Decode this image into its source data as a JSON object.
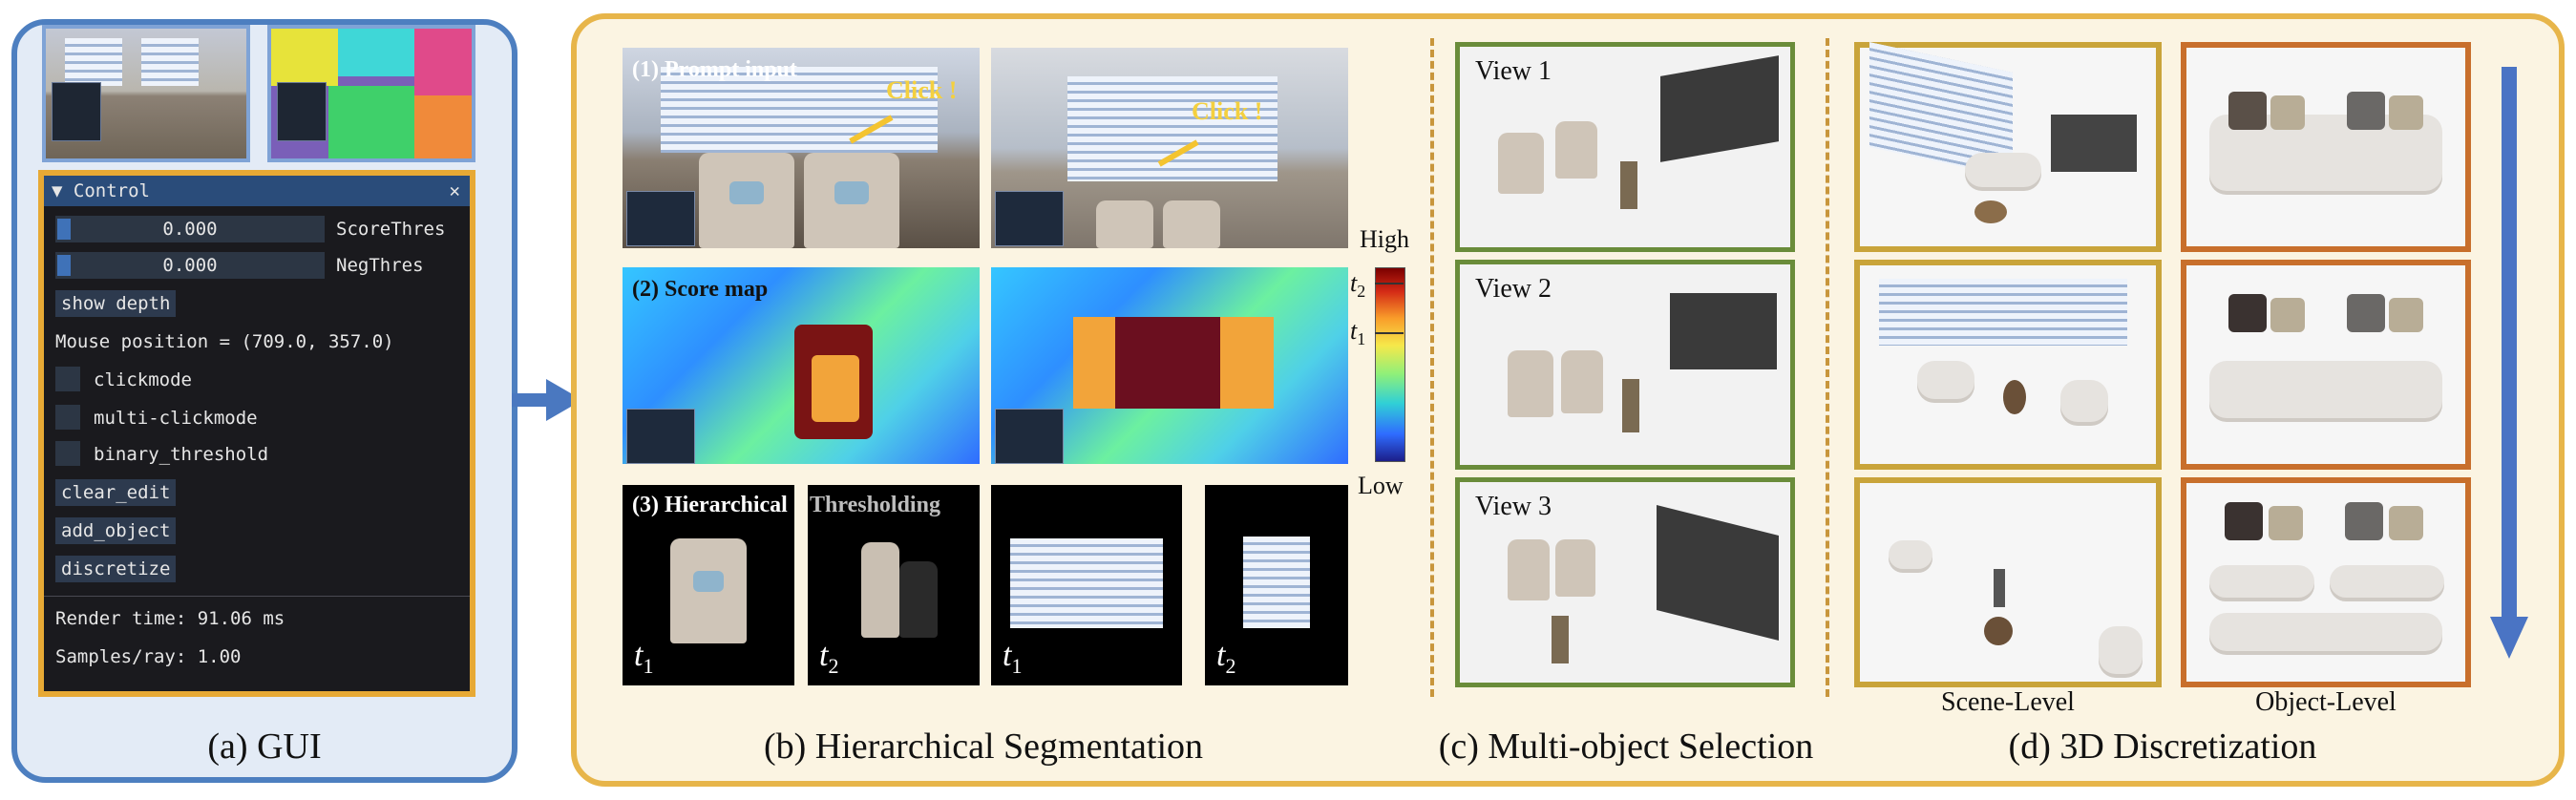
{
  "captions": {
    "gui": "(a) GUI",
    "segmentation": "(b) Hierarchical Segmentation",
    "selection": "(c) Multi-object Selection",
    "discretization": "(d) 3D Discretization"
  },
  "control": {
    "title": "Control",
    "collapse_glyph": "▼",
    "close_glyph": "✕",
    "score_thres": {
      "value": "0.000",
      "label": "ScoreThres"
    },
    "neg_thres": {
      "value": "0.000",
      "label": "NegThres"
    },
    "show_depth": "show depth",
    "mouse_position": "Mouse position = (709.0, 357.0)",
    "checkboxes": [
      "clickmode",
      "multi-clickmode",
      "binary_threshold"
    ],
    "buttons": [
      "clear_edit",
      "add_object",
      "discretize"
    ],
    "render_time": "Render time: 91.06 ms",
    "samples_ray": "Samples/ray: 1.00"
  },
  "segmentation": {
    "prompt_label": "(1) Prompt input",
    "click_text": "Click !",
    "score_label": "(2) Score map",
    "hier_label_1": "(3) Hierarchical",
    "hier_label_2": "Thresholding",
    "thresholds": [
      "t",
      "t",
      "t",
      "t"
    ],
    "threshold_subs": [
      "1",
      "2",
      "1",
      "2"
    ],
    "colorbar": {
      "high": "High",
      "low": "Low",
      "t2": "t",
      "t2_sub": "2",
      "t1": "t",
      "t1_sub": "1"
    }
  },
  "selection": {
    "views": [
      "View 1",
      "View 2",
      "View 3"
    ]
  },
  "discretization": {
    "scene_level": "Scene-Level",
    "object_level": "Object-Level"
  },
  "colors": {
    "gui_border": "#4d7fc0",
    "main_border": "#e7b54a",
    "view_border": "#6a8c3a",
    "scene_border": "#c9a43a",
    "object_border": "#c86f2c",
    "arrow": "#4a78c0"
  }
}
